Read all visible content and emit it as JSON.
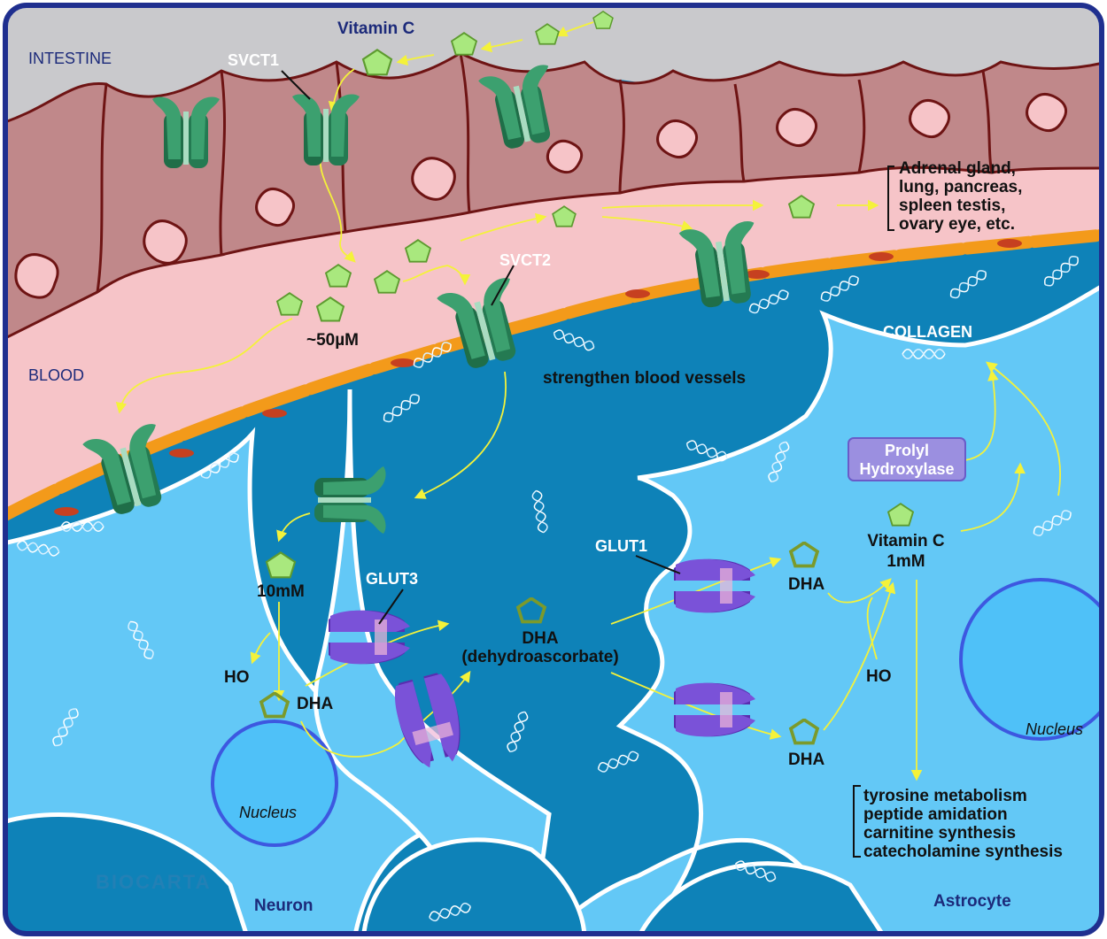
{
  "regions": {
    "intestine": "INTESTINE",
    "blood": "BLOOD",
    "collagen": "COLLAGEN",
    "neuron": "Neuron",
    "astrocyte": "Astrocyte",
    "nucleus_neuron": "Nucleus",
    "nucleus_astrocyte": "Nucleus"
  },
  "molecules": {
    "vitamin_c_top": "Vitamin C",
    "conc_blood": "~50µM",
    "conc_neuron": "10mM",
    "dha_neuron": "DHA",
    "ho_neuron": "HO",
    "dha_center_1": "DHA",
    "dha_center_2": "(dehydroascorbate)",
    "dha_astro_1": "DHA",
    "dha_astro_2": "DHA",
    "vitamin_c_astro": "Vitamin C",
    "conc_astro": "1mM",
    "ho_astro": "HO"
  },
  "transporters": {
    "svct1": "SVCT1",
    "svct2": "SVCT2",
    "glut3": "GLUT3",
    "glut1": "GLUT1"
  },
  "enzyme": {
    "line1": "Prolyl",
    "line2": "Hydroxylase"
  },
  "notes": {
    "strengthen": "strengthen blood vessels",
    "organs": [
      "Adrenal gland,",
      "lung, pancreas,",
      "spleen testis,",
      "ovary eye, etc."
    ],
    "functions": [
      "tyrosine metabolism",
      "peptide amidation",
      "carnitine synthesis",
      "catecholamine synthesis"
    ]
  },
  "brand": "BIOCARTA",
  "colors": {
    "frame": "#1f2f8f",
    "intestine_bg": "#c9c9cc",
    "epithelium": "#c0888a",
    "blood": "#f6c4c8",
    "tissue": "#0e82b8",
    "cell": "#63c8f6",
    "svct": "#2e8a5e",
    "glut": "#6a3cc4",
    "vitamin_c": "#9be07a",
    "arrow": "#f4f23a",
    "endothelium": "#f39a1a"
  }
}
